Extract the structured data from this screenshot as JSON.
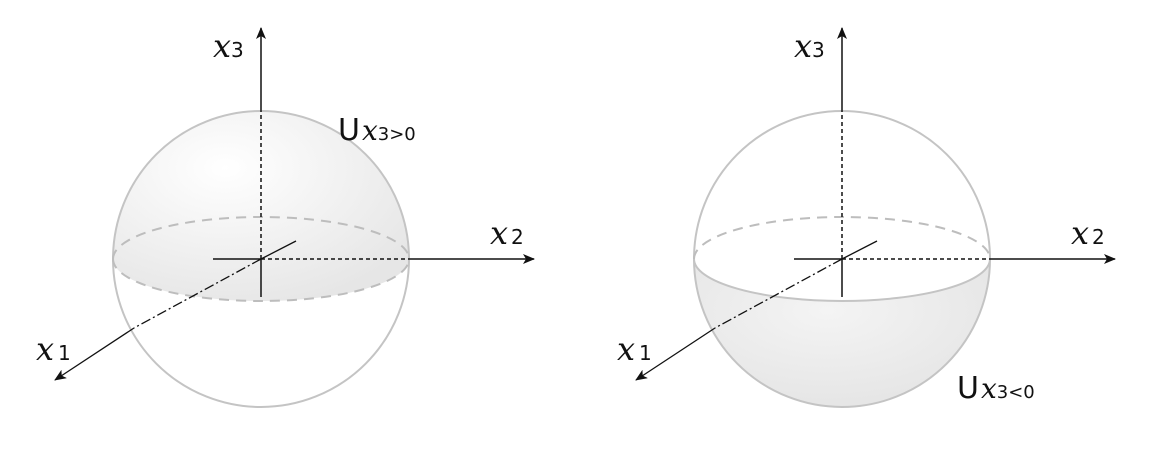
{
  "colors": {
    "sphere_outline": "#c4c4c4",
    "sphere_fill": "#ececec",
    "axis": "#111111",
    "equator_dash": "#bdbdbd"
  },
  "left_panel": {
    "axis_x3": {
      "var": "x",
      "sub": "3"
    },
    "axis_x2": {
      "var": "x",
      "sub": "2"
    },
    "axis_x1": {
      "var": "x",
      "sub": "1"
    },
    "set_label": {
      "symbol": "U",
      "var": "x",
      "sub": "3",
      "condition": ">0"
    },
    "shaded_hemisphere": "upper"
  },
  "right_panel": {
    "axis_x3": {
      "var": "x",
      "sub": "3"
    },
    "axis_x2": {
      "var": "x",
      "sub": "2"
    },
    "axis_x1": {
      "var": "x",
      "sub": "1"
    },
    "set_label": {
      "symbol": "U",
      "var": "x",
      "sub": "3",
      "condition": "<0"
    },
    "shaded_hemisphere": "lower"
  }
}
